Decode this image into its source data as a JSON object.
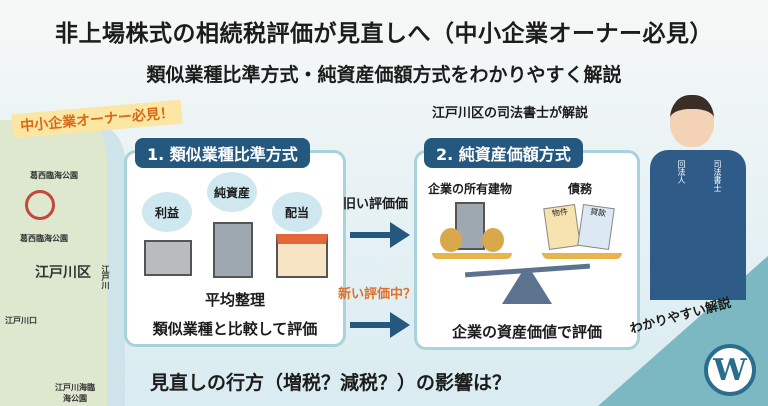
{
  "title": "非上場株式の相続税評価が見直しへ（中小企業オーナー必見）",
  "subtitle": "類似業種比準方式・純資産価額方式をわかりやすく解説",
  "banner": "中小企業オーナー必見！",
  "map": {
    "labels": [
      "葛西臨海公園",
      "葛西臨海公園",
      "江戸川区",
      "江戸川",
      "江戸川口",
      "江戸川海臨海公園"
    ]
  },
  "method1": {
    "header": "1. 類似業種比準方式",
    "bubbles": [
      "利益",
      "純資産",
      "配当"
    ],
    "caption1": "平均整理",
    "caption2": "類似業種と比較して評価"
  },
  "arrows": {
    "old_label": "旧い評価価",
    "new_label": "新い評価中？",
    "new_color": "#e0712a"
  },
  "method2": {
    "header": "2. 純資産価額方式",
    "left_label": "企業の所有建物",
    "right_label": "債務",
    "doc1": "物件",
    "doc2": "貸款",
    "caption": "企業の資産価値で評価"
  },
  "speaker": "江戸川区の司法書士が解説",
  "sash_left": "回法人",
  "sash_right": "司法書士",
  "easy": "わかりやすい解説",
  "bottom": "見直しの行方（増税？減税？）の影響は？",
  "colors": {
    "accent": "#24587f",
    "box_border": "#a9d3dc",
    "teal": "#7bb8c2"
  }
}
